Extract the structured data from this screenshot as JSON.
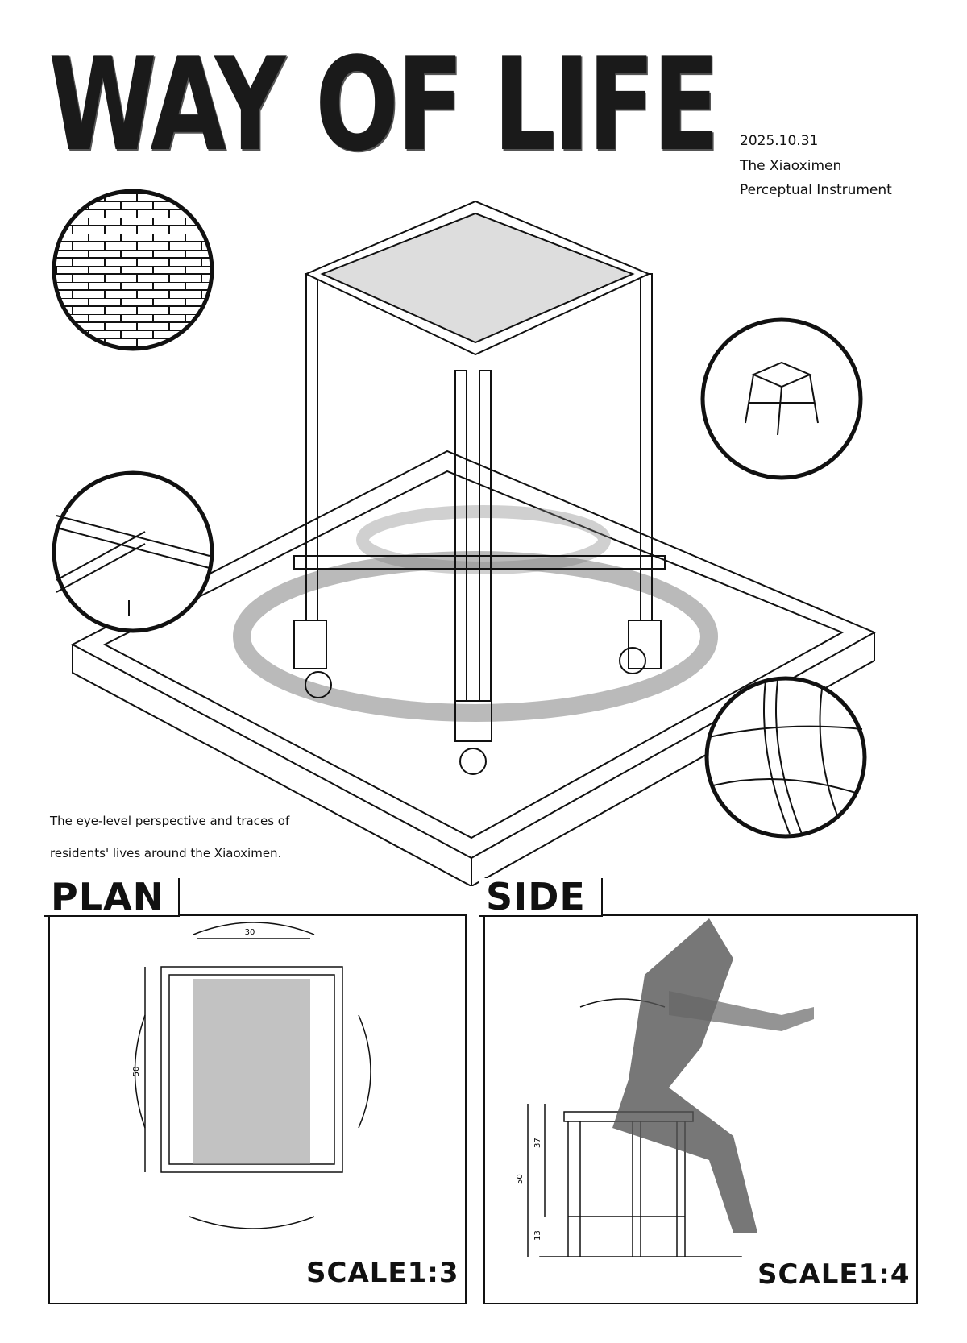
{
  "header": {
    "title": "WAY OF LIFE",
    "date": "2025.10.31",
    "subtitle_line1": "The Xiaoximen",
    "subtitle_line2": "Perceptual Instrument"
  },
  "caption": {
    "line1": "The eye-level perspective and traces of",
    "line2": "residents' lives around the Xiaoximen."
  },
  "plan": {
    "label": "PLAN",
    "scale": "SCALE1:3",
    "dim_width": "30",
    "dim_height": "50"
  },
  "side": {
    "label": "SIDE",
    "scale": "SCALE1:4",
    "dim_total": "50",
    "dim_upper": "37",
    "dim_lower": "13"
  }
}
